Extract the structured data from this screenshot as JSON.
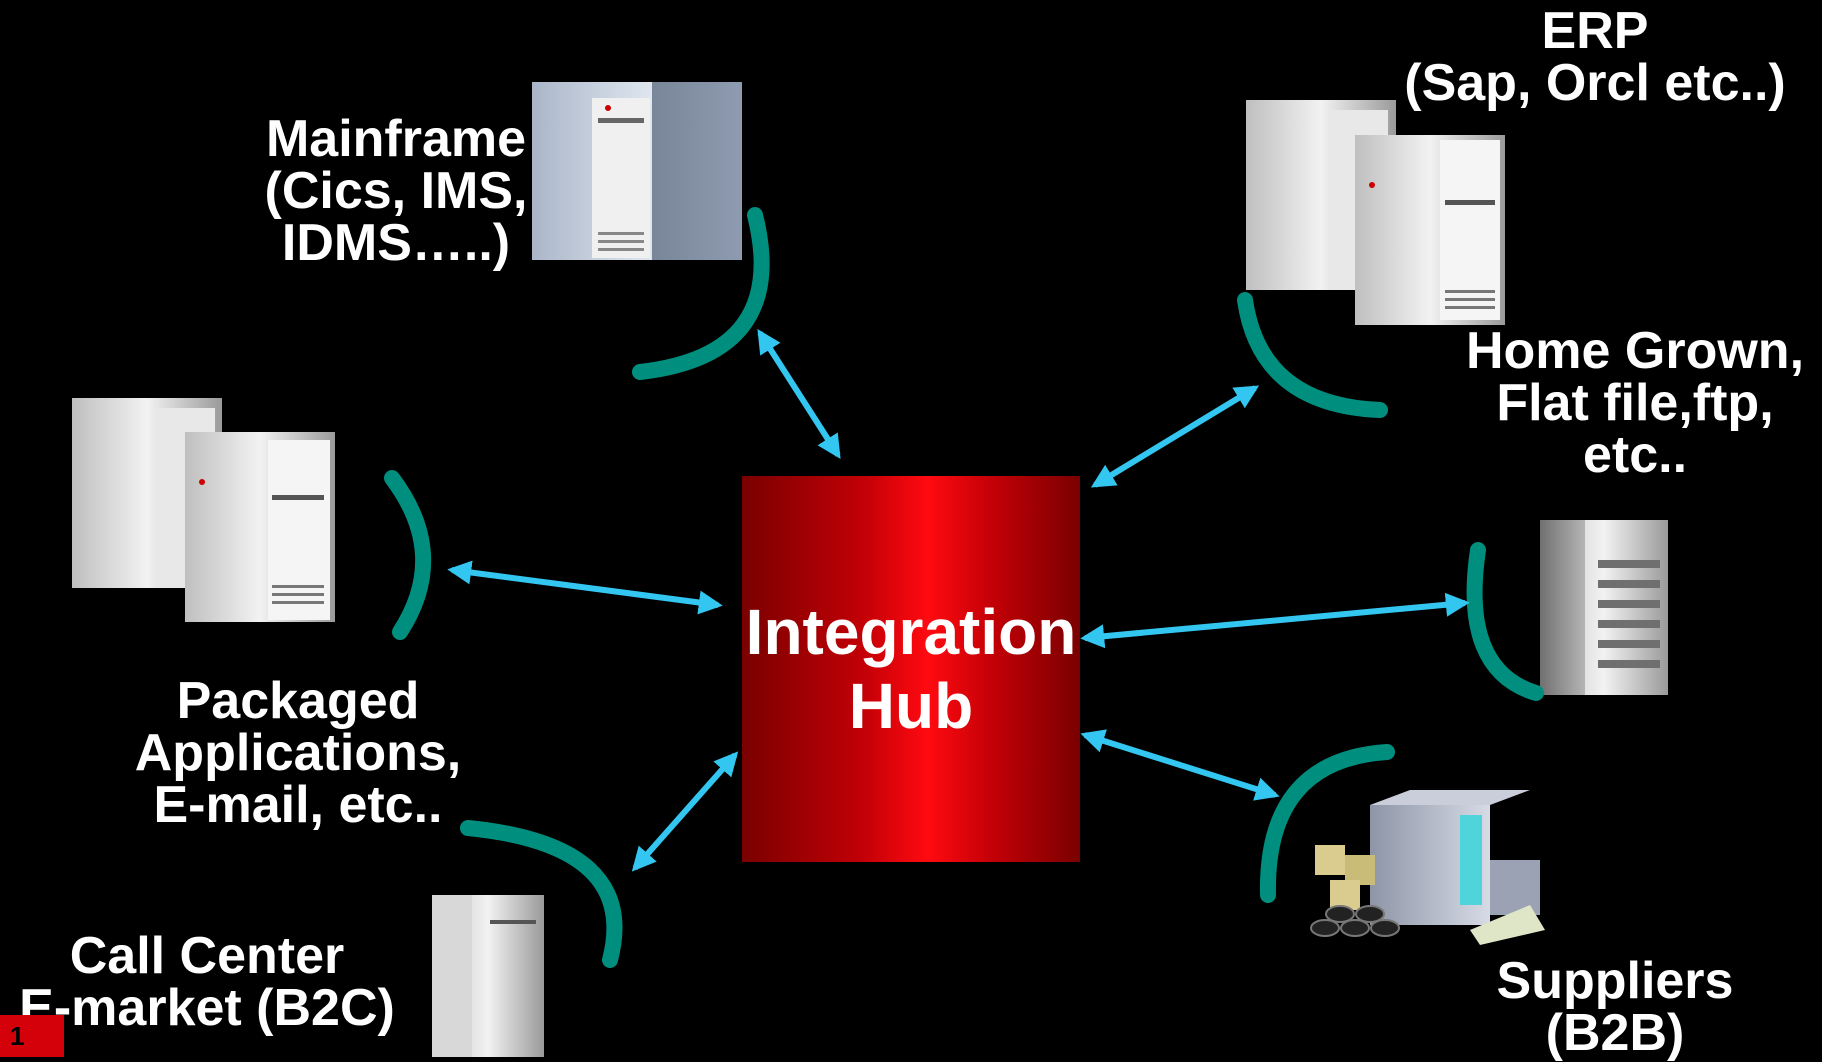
{
  "hub": {
    "line1": "Integration",
    "line2": "Hub"
  },
  "nodes": {
    "mainframe": [
      "Mainframe",
      "(Cics, IMS,",
      "IDMS…..)"
    ],
    "erp": [
      "ERP",
      "(Sap, Orcl etc..)"
    ],
    "home_grown": [
      "Home Grown,",
      "Flat file,ftp,",
      "etc.."
    ],
    "packaged": [
      "Packaged",
      "Applications,",
      "E-mail, etc.."
    ],
    "call_center": [
      "Call Center",
      "E-market (B2C)"
    ],
    "suppliers": [
      "Suppliers",
      "(B2B)"
    ]
  },
  "corner_badge": "1",
  "colors": {
    "background": "#000000",
    "hub_red": "#e00008",
    "connector_teal": "#008f7e",
    "arrow_cyan": "#33c6f0",
    "text": "#ffffff"
  },
  "icons": {
    "mainframe": "mainframe-server-icon",
    "erp": "dual-server-icon",
    "packaged": "dual-server-icon",
    "call_center": "tower-server-icon",
    "home_grown": "database-server-icon",
    "suppliers": "supplier-building-icon"
  }
}
